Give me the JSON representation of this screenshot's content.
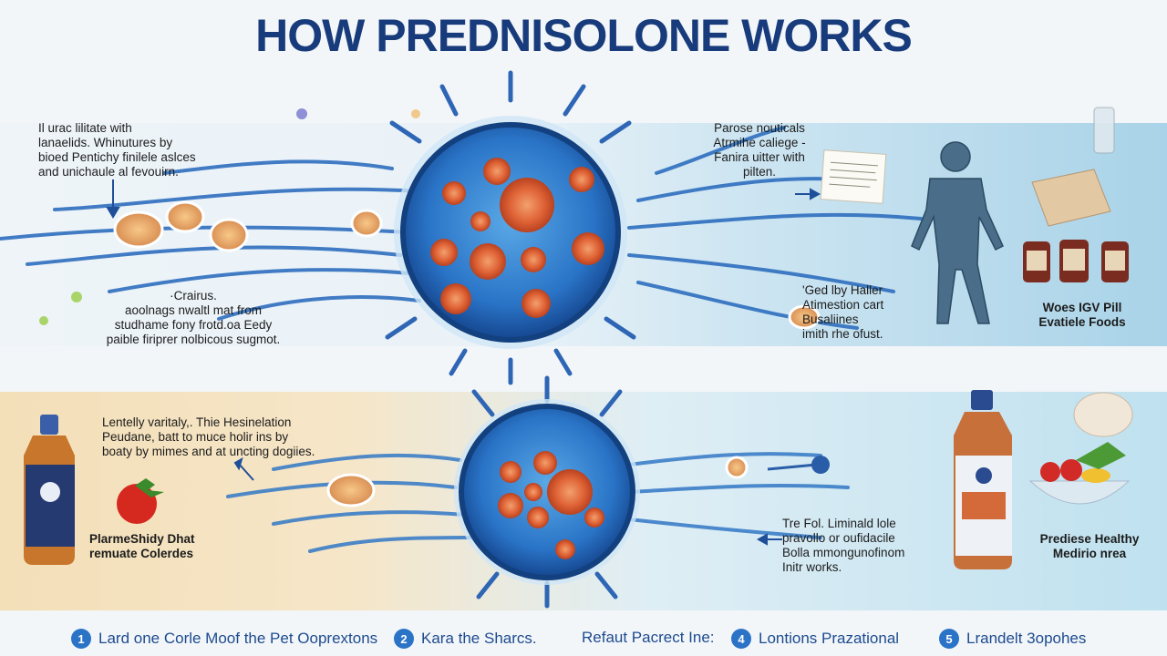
{
  "title": "HOW PREDNISOLONE WORKS",
  "notes": {
    "top_left": "Il urac lilitate with\nlanaelids. Whinutures by\nbioed Pentichy finilele aslces\nand unichaule al fevouirn.",
    "mid_left": "·Crairus.\naoolnags nwaltl mat from\nstudhame fony frotd.oa Eedy\npaible firiprer nolbicous sugmot.",
    "top_right": "Parose nouticals\nAtrmihe caliege -\nFanira uitter with\npilten.",
    "mid_right": "'Ged lby Haller\nAtimestion cart\nBusaliines\nimith rhe ofust.",
    "bottom_left": "Lentelly varitaly,. Thie Hesinelation\nPeudane, batt to muce holir ins by\nboaty by mimes and at uncting dogiies.",
    "bottom_right": "Tre Fol. Liminald lole\npravollo or oufidacile\nBolla mmongunofinom\nInitr works."
  },
  "labels": {
    "top_right_pill": "Woes IGV Pill\nEvatiele Foods",
    "bottom_left_diet": "PlarmeShidy Dhat\nremuate Colerdes",
    "bottom_right_healthy": "Prediese Healthy\nMedirio nrea"
  },
  "footer": [
    {
      "num": "1",
      "text": "Lard one Corle Moof the Pet Ooprextons"
    },
    {
      "num": "2",
      "text": "Kara the Sharcs."
    },
    {
      "num": "",
      "text": "Refaut Pacrect Ine:"
    },
    {
      "num": "4",
      "text": "Lontions Prazational"
    },
    {
      "num": "5",
      "text": "Lrandelt 3opohes"
    }
  ],
  "colors": {
    "title": "#183b7c",
    "fiber_blue": "#2f6fbf",
    "cell_core": "#1f63b3",
    "immune_cell": "#e0603a",
    "footer_text": "#1d4b8f"
  },
  "icons": [
    "neuron-cell-icon",
    "immune-cell-icon",
    "human-body-icon",
    "bottle-icon",
    "tomato-icon",
    "fruit-bowl-icon",
    "document-icon",
    "jar-icon"
  ]
}
